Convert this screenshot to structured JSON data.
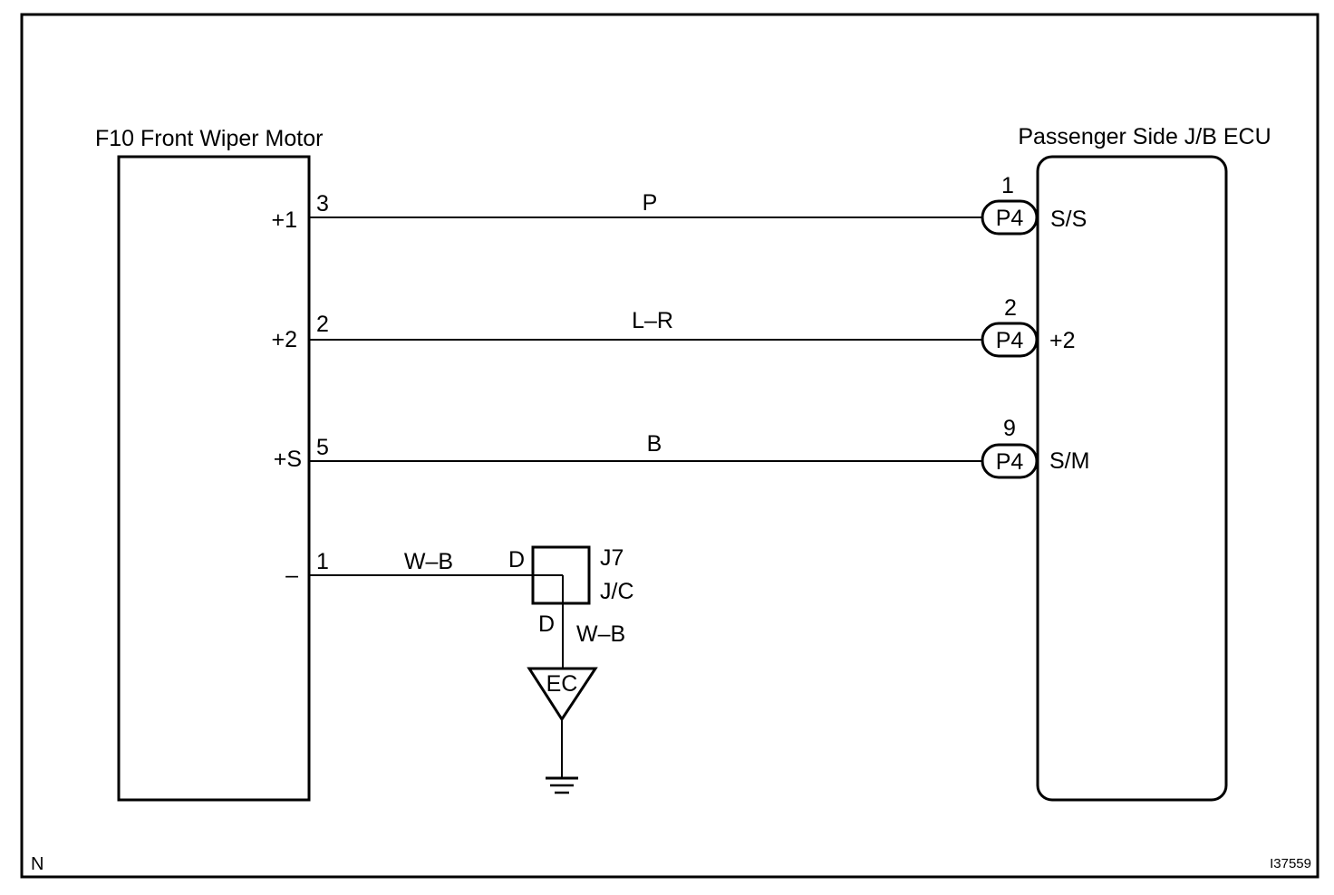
{
  "motor": {
    "title": "F10 Front Wiper Motor",
    "terminals": [
      {
        "name": "+1",
        "pin": "3"
      },
      {
        "name": "+2",
        "pin": "2"
      },
      {
        "name": "+S",
        "pin": "5"
      },
      {
        "name": "–",
        "pin": "1"
      }
    ]
  },
  "ecu": {
    "title": "Passenger Side J/B ECU",
    "connector": "P4",
    "terminals": [
      {
        "pin": "1",
        "name": "S/S"
      },
      {
        "pin": "2",
        "name": "+2"
      },
      {
        "pin": "9",
        "name": "S/M"
      }
    ]
  },
  "wires": [
    {
      "color": "P"
    },
    {
      "color": "L–R"
    },
    {
      "color": "B"
    },
    {
      "color": "W–B"
    }
  ],
  "junction": {
    "id": "J7",
    "type": "J/C",
    "pin_in": "D",
    "pin_out": "D",
    "wire_out": "W–B"
  },
  "ground": {
    "label": "EC"
  },
  "footer": {
    "left": "N",
    "right": "I37559"
  }
}
